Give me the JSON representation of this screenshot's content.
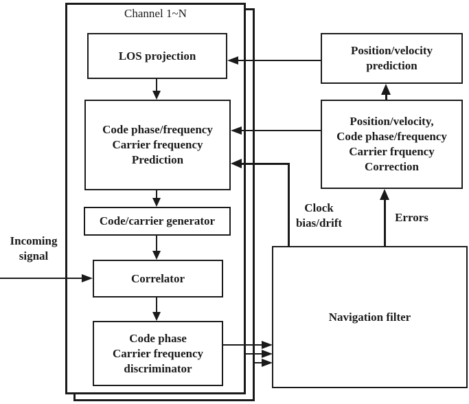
{
  "colors": {
    "ink": "#1a1a1a",
    "background": "#ffffff"
  },
  "channel_group": {
    "label": "Channel 1~N"
  },
  "boxes": {
    "los_projection": {
      "label": "LOS projection"
    },
    "code_prediction": {
      "line1": "Code phase/frequency",
      "line2": "Carrier frequency",
      "line3": "Prediction"
    },
    "code_carrier_generator": {
      "label": "Code/carrier generator"
    },
    "correlator": {
      "label": "Correlator"
    },
    "discriminator": {
      "line1": "Code phase",
      "line2": "Carrier frequency",
      "line3": "discriminator"
    },
    "position_velocity_prediction": {
      "line1": "Position/velocity",
      "line2": "prediction"
    },
    "correction": {
      "line1": "Position/velocity,",
      "line2": "Code phase/frequency",
      "line3": "Carrier frquency",
      "line4": "Correction"
    },
    "navigation_filter": {
      "label": "Navigation filter"
    }
  },
  "annotations": {
    "incoming_signal": {
      "line1": "Incoming",
      "line2": "signal"
    },
    "clock_bias_drift": {
      "line1": "Clock",
      "line2": "bias/drift"
    },
    "errors": {
      "label": "Errors"
    }
  }
}
